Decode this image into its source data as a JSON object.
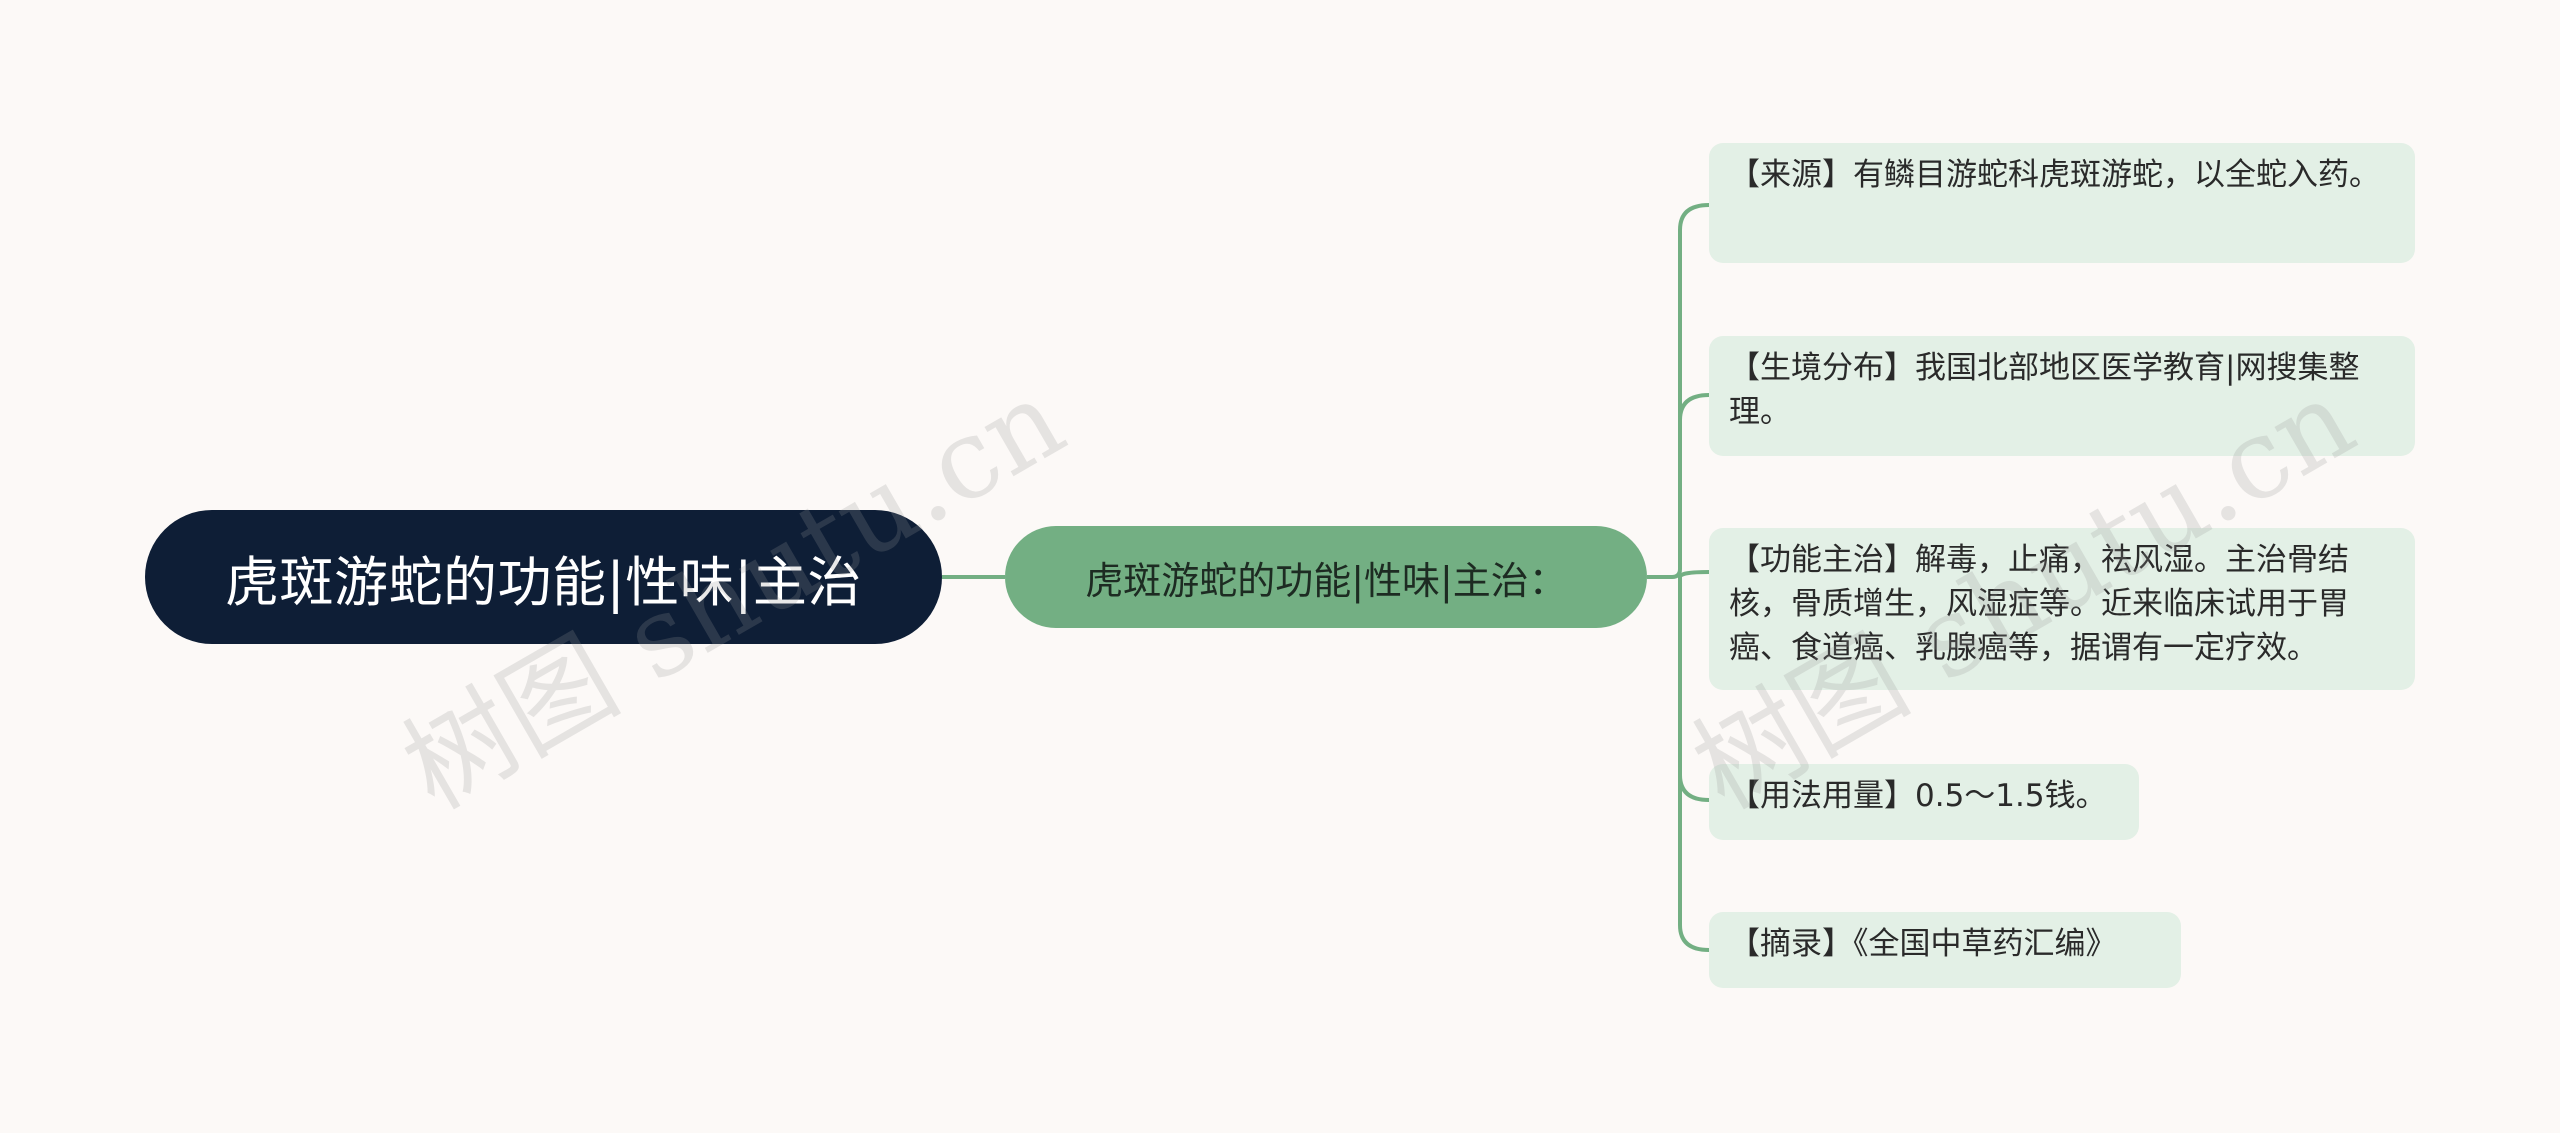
{
  "root": {
    "label": "虎斑游蛇的功能|性味|主治"
  },
  "branch": {
    "label": "虎斑游蛇的功能|性味|主治："
  },
  "leaves": [
    {
      "text": "【来源】有鳞目游蛇科虎斑游蛇，以全蛇入药。"
    },
    {
      "text": "【生境分布】我国北部地区医学教育|网搜集整理。"
    },
    {
      "text": "【功能主治】解毒，止痛，祛风湿。主治骨结核，骨质增生，风湿症等。近来临床试用于胃癌、食道癌、乳腺癌等，据谓有一定疗效。"
    },
    {
      "text": "【用法用量】0.5～1.5钱。"
    },
    {
      "text": "【摘录】《全国中草药汇编》"
    }
  ],
  "watermarks": [
    {
      "text": "树图 shutu.cn"
    },
    {
      "text": "树图 shutu.cn"
    }
  ],
  "colors": {
    "root_bg": "#0e1e36",
    "branch_bg": "#73af83",
    "leaf_bg": "#e3f0e6",
    "link": "#73af83",
    "background": "#fcf9f7"
  }
}
